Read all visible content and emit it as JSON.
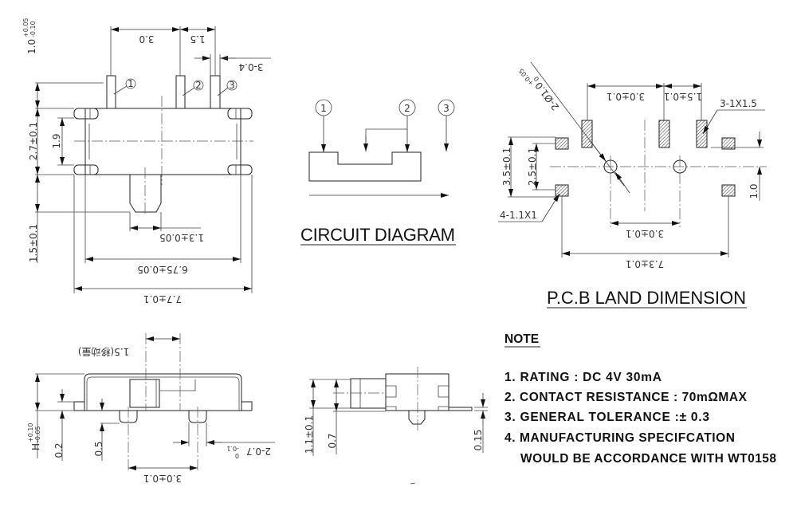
{
  "top_view": {
    "dim_pin1_pin2": "3.0",
    "dim_pin2_pin3": "1.5",
    "dim_pin_width": "3-0.4",
    "dim_pin_length": "1.0",
    "dim_pin_length_tol_upper": "+0.05",
    "dim_pin_length_tol_lower": "-0.10",
    "dim_body_height": "2.7±0.1",
    "dim_tab_spacing": "1.9",
    "dim_slider_length": "1.5±0.1",
    "dim_slider_width": "1.3±0.05",
    "dim_body_length": "6.75±0.05",
    "dim_overall_length": "7.7±0.1",
    "pin_labels": [
      "1",
      "2",
      "3"
    ]
  },
  "circuit": {
    "title": "CIRCUIT DIAGRAM",
    "terminals": [
      "1",
      "2",
      "3"
    ]
  },
  "pcb": {
    "title": "P.C.B LAND DIMENSION",
    "dim_hole": "2-Ø1.0",
    "dim_hole_tol_upper": "+0.05",
    "dim_hole_tol_lower": "0",
    "dim_pad_pitch1": "3.0±0.1",
    "dim_pad_pitch2": "1.5±0.1",
    "label_signal_pads": "3-1X1.5",
    "dim_mount_outer": "3.5±0.1",
    "dim_mount_inner": "2.5±0.1",
    "label_mount_pads": "4-1.1X1",
    "dim_offset": "1.0",
    "dim_hole_pitch": "3.0±0.1",
    "dim_mount_span": "7.3±0.1"
  },
  "side_view": {
    "dim_travel": "1.5(移动量)",
    "dim_height": "H",
    "dim_height_tol_upper": "+0.10",
    "dim_height_tol_lower": "-0.05",
    "dim_tab": "0.2",
    "dim_peg": "0.5",
    "dim_peg_dia": "2-0.7",
    "dim_peg_dia_tol_upper": "0",
    "dim_peg_dia_tol_lower": "-0.1",
    "dim_peg_pitch": "3.0±0.1"
  },
  "end_view": {
    "dim_actuator": "1.1±0.1",
    "dim_body": "0.7",
    "dim_tab_thickness": "0.15"
  },
  "notes": {
    "title": "NOTE",
    "items": [
      "1. RATING : DC 4V  30mA",
      "2. CONTACT RESISTANCE : 70mΩMAX",
      "3. GENERAL TOLERANCE :± 0.3",
      "4. MANUFACTURING SPECIFCATION",
      "WOULD BE ACCORDANCE WITH WT0158"
    ]
  }
}
